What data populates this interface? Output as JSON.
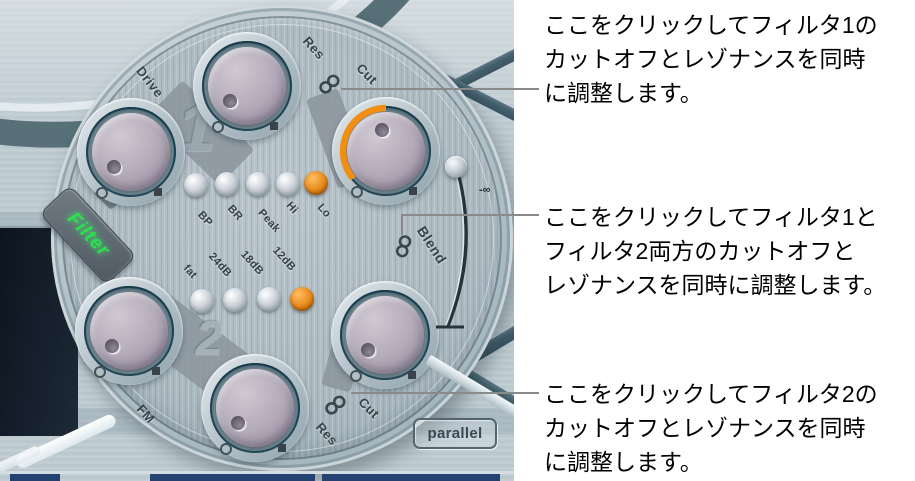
{
  "panel": {
    "badge": "Filter",
    "filter1_numeral": "1",
    "filter2_numeral": "2",
    "labels": {
      "drive": "Drive",
      "res1": "Res",
      "cut1": "Cut",
      "fm": "FM",
      "res2": "Res",
      "cut2": "Cut",
      "blend": "Blend",
      "minus_infinity": "-∞"
    },
    "filter_types": [
      "BP",
      "BR",
      "Peak",
      "Hi",
      "Lo"
    ],
    "active_filter_type": "Lo",
    "filter_slopes": [
      "fat",
      "24dB",
      "18dB",
      "12dB"
    ],
    "active_filter_slope": "12dB",
    "parallel_button": "parallel",
    "colors": {
      "active_led": "#e0821a",
      "cutoff_arc": "#f18f14",
      "badge_text": "#2ae04c"
    }
  },
  "annotations": [
    {
      "lines": [
        "ここをクリックしてフィルタ1の",
        "カットオフとレゾナンスを同時",
        "に調整します。"
      ]
    },
    {
      "lines": [
        "ここをクリックしてフィルタ1と",
        "フィルタ2両方のカットオフと",
        "レゾナンスを同時に調整します。"
      ]
    },
    {
      "lines": [
        "ここをクリックしてフィルタ2の",
        "カットオフとレゾナンスを同時",
        "に調整します。"
      ]
    }
  ]
}
